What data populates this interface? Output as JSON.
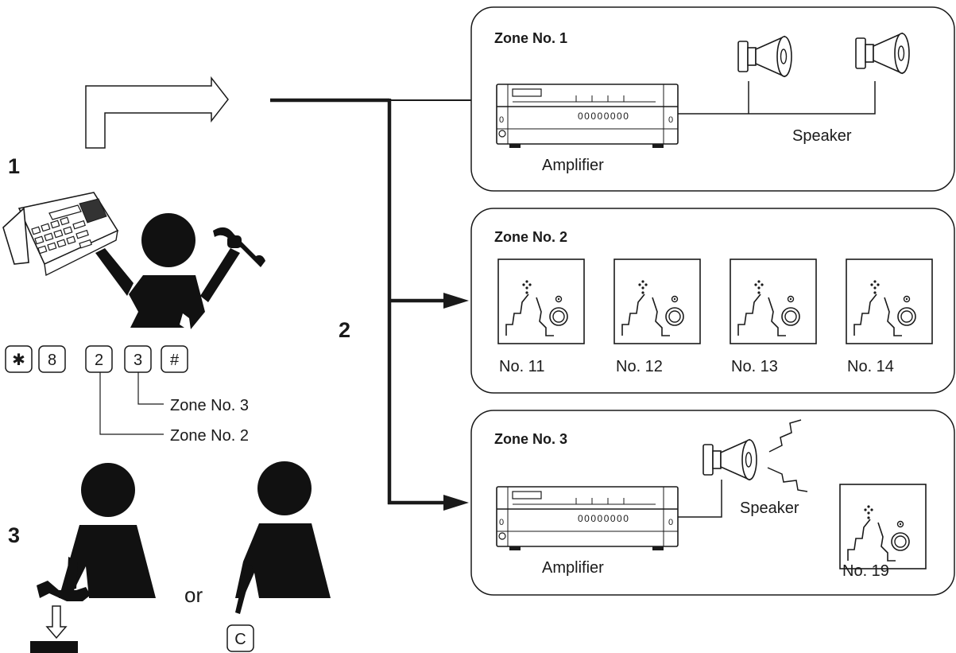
{
  "steps": [
    "1",
    "2",
    "3"
  ],
  "keypad": {
    "keys": [
      "✱",
      "8",
      "2",
      "3",
      "#"
    ],
    "callouts": [
      "Zone No. 3",
      "Zone No. 2"
    ]
  },
  "step3": {
    "or_label": "or",
    "clear_key": "C"
  },
  "zones": [
    {
      "title": "Zone No. 1",
      "amplifier_label": "Amplifier",
      "speaker_label": "Speaker"
    },
    {
      "title": "Zone No. 2",
      "stations": [
        "No. 11",
        "No. 12",
        "No. 13",
        "No. 14"
      ]
    },
    {
      "title": "Zone No. 3",
      "amplifier_label": "Amplifier",
      "speaker_label": "Speaker",
      "stations": [
        "No. 19"
      ]
    }
  ],
  "colors": {
    "ink": "#1a1a1a",
    "background": "#ffffff"
  }
}
